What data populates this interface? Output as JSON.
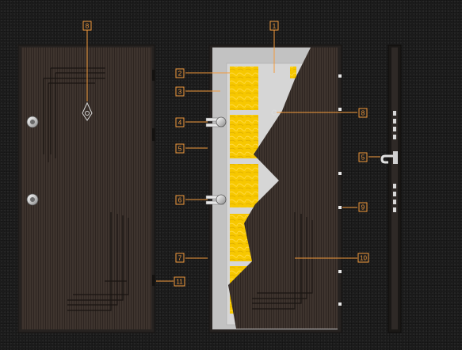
{
  "callouts": [
    {
      "id": "c8a",
      "label": "8"
    },
    {
      "id": "c1",
      "label": "1"
    },
    {
      "id": "c2",
      "label": "2"
    },
    {
      "id": "c3",
      "label": "3"
    },
    {
      "id": "c4",
      "label": "4"
    },
    {
      "id": "c5a",
      "label": "5"
    },
    {
      "id": "c6",
      "label": "6"
    },
    {
      "id": "c7",
      "label": "7"
    },
    {
      "id": "c8b",
      "label": "8"
    },
    {
      "id": "c5b",
      "label": "5"
    },
    {
      "id": "c9",
      "label": "9"
    },
    {
      "id": "c10",
      "label": "10"
    },
    {
      "id": "c11",
      "label": "11"
    }
  ],
  "colors": {
    "background": "#1e1e1e",
    "door_wood": "#3a312b",
    "door_grain": "#2b2420",
    "frame_grey": "#bdbdbd",
    "insulation_yellow": "#f7c800",
    "callout_orange": "#f39a3c",
    "metal": "#e6e6e6"
  }
}
